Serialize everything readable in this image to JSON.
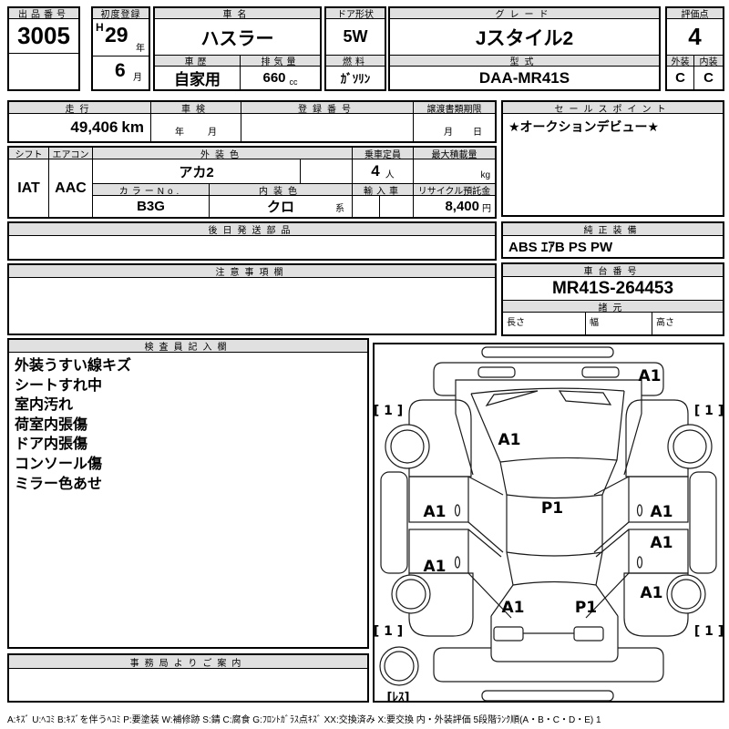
{
  "top": {
    "lot": {
      "label": "出品番号",
      "value": "3005"
    },
    "first_reg": {
      "label": "初度登録",
      "era": "H",
      "year": "29",
      "year_unit": "年",
      "month": "6",
      "month_unit": "月"
    },
    "car_name": {
      "label": "車名",
      "value": "ハスラー"
    },
    "history": {
      "label": "車歴",
      "value": "自家用"
    },
    "displacement": {
      "label": "排気量",
      "value": "660",
      "unit": "cc"
    },
    "door_shape": {
      "label": "ドア形状",
      "value": "5W"
    },
    "fuel": {
      "label": "燃料",
      "value": "ｶﾞｿﾘﾝ"
    },
    "grade": {
      "label": "グレード",
      "value": "Jスタイル2"
    },
    "model_code": {
      "label": "型式",
      "value": "DAA-MR41S"
    },
    "score": {
      "label": "評価点",
      "value": "4",
      "exterior_label": "外装",
      "exterior": "C",
      "interior_label": "内装",
      "interior": "C"
    }
  },
  "second": {
    "mileage": {
      "label": "走行",
      "value": "49,406",
      "unit": "km"
    },
    "inspection": {
      "label": "車検",
      "year_unit": "年",
      "month_unit": "月"
    },
    "reg_number": {
      "label": "登録番号",
      "value": ""
    },
    "transfer": {
      "label": "譲渡書類期限",
      "month_unit": "月",
      "day_unit": "日"
    },
    "sales_point": {
      "label": "セールスポイント",
      "value": "★オークションデビュー★"
    }
  },
  "third": {
    "shift": {
      "label": "シフト",
      "value": "IAT"
    },
    "aircon": {
      "label": "エアコン",
      "value": "AAC"
    },
    "ext_color": {
      "label": "外装色",
      "value": "アカ2"
    },
    "color_no": {
      "label": "カラーNo.",
      "value": "B3G"
    },
    "int_color": {
      "label": "内装色",
      "value": "クロ",
      "suffix": "系"
    },
    "capacity": {
      "label": "乗車定員",
      "value": "4",
      "unit": "人"
    },
    "max_load": {
      "label": "最大積載量",
      "value": "",
      "unit": "kg"
    },
    "import_car": {
      "label": "輸入車",
      "value": ""
    },
    "recycle": {
      "label": "リサイクル預託金",
      "value": "8,400",
      "unit": "円"
    }
  },
  "parts": {
    "label": "後日発送部品",
    "value": ""
  },
  "equipment": {
    "label": "純正装備",
    "value": "ABS ｴｱB PS PW"
  },
  "notice": {
    "label": "注意事項欄",
    "value": ""
  },
  "vin": {
    "label": "車台番号",
    "value": "MR41S-264453"
  },
  "dimensions": {
    "label": "諸元",
    "length_label": "長さ",
    "width_label": "幅",
    "height_label": "高さ"
  },
  "inspector": {
    "label": "検査員記入欄",
    "notes": [
      "外装うすい線キズ",
      "シートすれ中",
      "室内汚れ",
      "荷室内張傷",
      "ドア内張傷",
      "コンソール傷",
      "ミラー色あせ"
    ]
  },
  "office": {
    "label": "事務局よりご案内",
    "value": ""
  },
  "diagram": {
    "front_panel": "A1",
    "roof": "A1",
    "door_front_left": "A1",
    "door_rear_left": "A1",
    "door_front_right": "A1",
    "door_rear_right": "A1",
    "quarter_right": "A1",
    "rear_panel_left": "A1",
    "floor": "P1",
    "rear_panel_right": "P1",
    "tire_front_left": "[ 1 ]",
    "tire_front_right": "[ 1 ]",
    "tire_rear_left": "[ 1 ]",
    "tire_rear_right": "[ 1 ]",
    "spare": "[ﾚｽ]"
  },
  "legend": "A:ｷｽﾞ U:ﾍｺﾐ B:ｷｽﾞを伴うﾍｺﾐ P:要塗装 W:補修跡 S:錆 C:腐食 G:ﾌﾛﾝﾄｶﾞﾗｽ点ｷｽﾞ XX:交換済み X:要交換  内・外装評価  5段階ﾗﾝｸ順(A・B・C・D・E) 1"
}
